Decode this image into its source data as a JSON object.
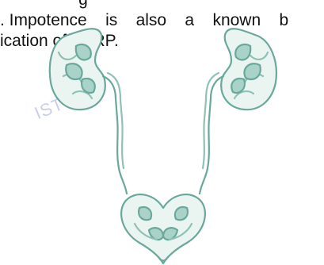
{
  "document": {
    "lines": [
      "                 g",
      ". Impotence    is    also    a    known    b",
      "ication of TURP."
    ],
    "watermark": "IST"
  },
  "illustration": {
    "subject": "decorative urinary tract ornament: kidneys, ureters and bladder",
    "stroke_color": "#6aa89c",
    "fill_color": "#a9d2c8"
  }
}
